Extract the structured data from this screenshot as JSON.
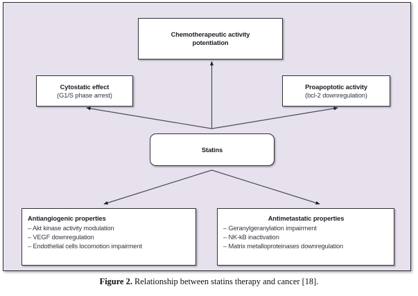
{
  "figure": {
    "caption_label": "Figure 2.",
    "caption_text": " Relationship between statins therapy and cancer [18].",
    "panel_background": "#e6e1ec",
    "border_color": "#2b2b35",
    "node_fill": "#ffffff"
  },
  "nodes": {
    "chemotherapeutic": {
      "title_line1": "Chemotherapeutic activity",
      "title_line2": "potentiation"
    },
    "cytostatic": {
      "title": "Cytostatic effect",
      "subtitle": "(G1/S phase arrest)"
    },
    "proapoptotic": {
      "title": "Proapoptotic activity",
      "subtitle": "(bcl-2 downregulation)"
    },
    "statins": {
      "title": "Statins"
    },
    "antiangiogenic": {
      "heading": "Antiangiogenic properties",
      "items": [
        "– Akt kinase activity modulation",
        "– VEGF downregulation",
        "– Endothelial cells locomotion impairment"
      ]
    },
    "antimetastatic": {
      "heading": "Antimetastatic properties",
      "items": [
        "– Geranylgeranylation impairment",
        "– NK-kB inactivation",
        "– Matrix metalloproteinases downregulation"
      ]
    }
  },
  "connectors": [
    {
      "name": "statins-to-chemotherapeutic",
      "from": "statins",
      "to": "chemotherapeutic",
      "direction": "up"
    },
    {
      "name": "statins-to-cytostatic",
      "from": "statins",
      "to": "cytostatic",
      "direction": "up-left"
    },
    {
      "name": "statins-to-proapoptotic",
      "from": "statins",
      "to": "proapoptotic",
      "direction": "up-right"
    },
    {
      "name": "statins-to-antiangiogenic",
      "from": "statins",
      "to": "antiangiogenic",
      "direction": "down-left"
    },
    {
      "name": "statins-to-antimetastatic",
      "from": "statins",
      "to": "antimetastatic",
      "direction": "down-right"
    }
  ]
}
